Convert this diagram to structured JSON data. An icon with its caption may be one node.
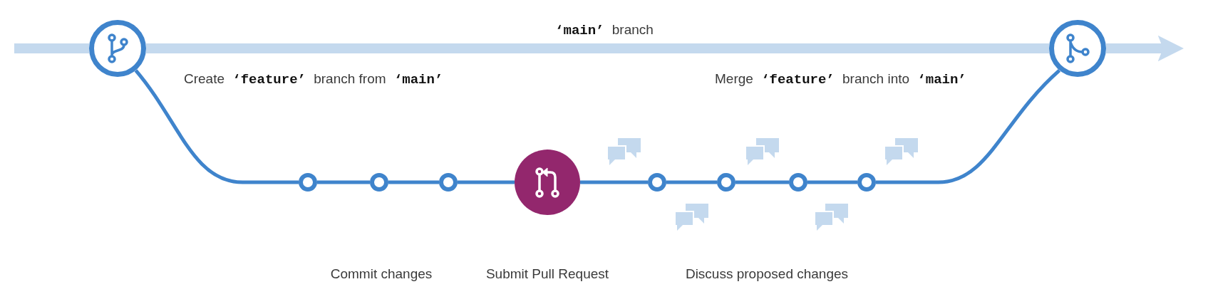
{
  "diagram": {
    "nodes": [
      {
        "text": [],
        "shape": "circle"
      },
      {
        "text": [],
        "shape": "circle"
      },
      {
        "text": [],
        "shape": "circle"
      },
      {
        "text": [],
        "shape": "circle"
      },
      {
        "text": [],
        "shape": "circle",
        "beside": [
          "Submit Pull Request"
        ]
      },
      {
        "text": [],
        "shape": "circle"
      },
      {
        "text": [],
        "shape": "circle"
      },
      {
        "text": [],
        "shape": "circle"
      },
      {
        "text": [],
        "shape": "circle"
      },
      {
        "text": [],
        "shape": "circle"
      }
    ],
    "edges": [
      {
        "from": null,
        "to": 0,
        "arrow": "none",
        "style": "thick",
        "color": "#c4d9ee"
      },
      {
        "from": 0,
        "to": 9,
        "arrow": "none",
        "style": "thick",
        "color": "#c4d9ee"
      },
      {
        "from": 9,
        "to": null,
        "arrow": "to",
        "style": "thick",
        "color": "#c4d9ee"
      },
      {
        "from": 0,
        "to": 1,
        "arrow": "none"
      },
      {
        "from": 1,
        "to": 2,
        "arrow": "none"
      },
      {
        "from": 2,
        "to": 3,
        "arrow": "none"
      },
      {
        "from": 3,
        "to": 4,
        "arrow": "none"
      },
      {
        "from": 4,
        "to": 5,
        "arrow": "none"
      },
      {
        "from": 5,
        "to": 6,
        "arrow": "none"
      },
      {
        "from": 6,
        "to": 7,
        "arrow": "none"
      },
      {
        "from": 7,
        "to": 8,
        "arrow": "none"
      },
      {
        "from": 8,
        "to": 9,
        "arrow": "none"
      }
    ],
    "labels": [
      "**‘main’** branch",
      "Create **‘feature’** branch from **‘main’**",
      "Merge **‘feature’** branch into **‘main’**",
      "Commit changes",
      "Discuss proposed changes"
    ]
  }
}
